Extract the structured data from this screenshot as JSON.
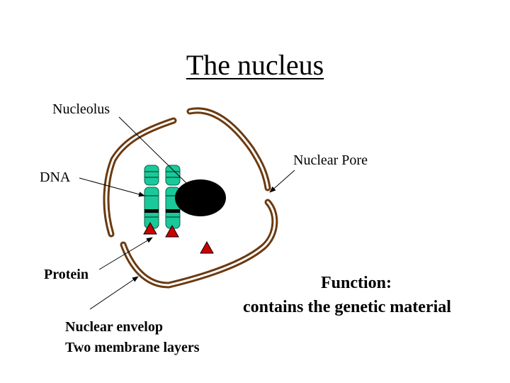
{
  "title": "The nucleus",
  "labels": {
    "nucleolus": "Nucleolus",
    "dna": "DNA",
    "nuclear_pore": "Nuclear Pore",
    "protein": "Protein",
    "nuclear_envelope_line1": "Nuclear envelop",
    "nuclear_envelope_line2": "Two membrane layers"
  },
  "function": {
    "heading": "Function:",
    "text": "contains the genetic material"
  },
  "colors": {
    "membrane": "#6b3a10",
    "chromosome": "#19c99a",
    "nucleolus": "#000000",
    "protein": "#cc0000",
    "arrow": "#000000"
  }
}
